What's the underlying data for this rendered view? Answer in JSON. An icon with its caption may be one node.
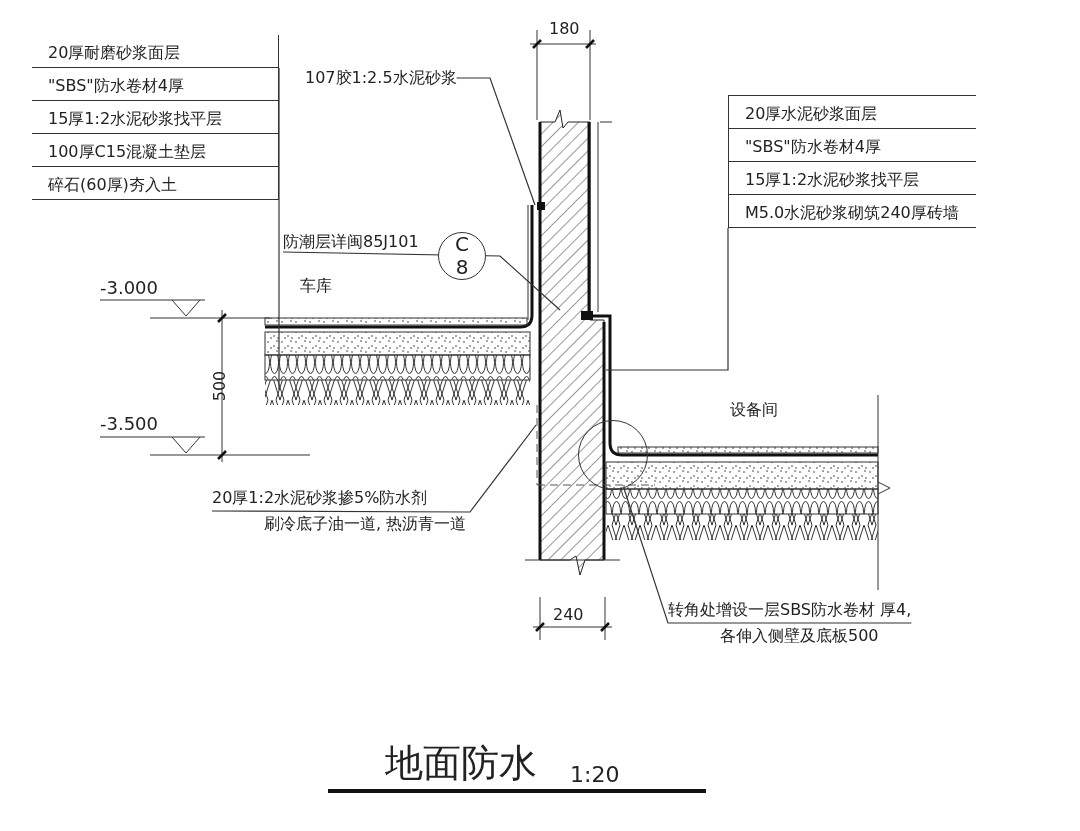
{
  "diagram": {
    "title": "地面防水",
    "nodes": [
      {
        "text": [
          "20厚耐磨砂浆面层",
          "\"SBS\"防水卷材4厚",
          "15厚1:2水泥砂浆找平层",
          "100厚C15混凝土垫层",
          "碎石(60厚)夯入土"
        ]
      },
      {
        "text": [
          "107胶1:2.5水泥砂浆"
        ]
      },
      {
        "text": [
          "20厚水泥砂浆面层",
          "\"SBS\"防水卷材4厚",
          "15厚1:2水泥砂浆找平层",
          "M5.0水泥砂浆砌筑240厚砖墙"
        ]
      },
      {
        "text": [
          "防潮层详闽85J101"
        ]
      },
      {
        "text": [
          "C",
          "8"
        ]
      },
      {
        "text": [
          "20厚1:2水泥砂浆掺5%防水剂",
          "刷冷底子油一道, 热沥青一道"
        ]
      },
      {
        "text": [],
        "shape": "circle"
      },
      {
        "text": [
          "转角处增设一层SBS防水卷材 厚4,",
          "各伸入侧壁及底板500"
        ]
      }
    ],
    "edges": [
      {
        "from": 0,
        "to": null,
        "arrow": "none"
      },
      {
        "from": 1,
        "to": null,
        "arrow": "none"
      },
      {
        "from": 2,
        "to": null,
        "arrow": "none"
      },
      {
        "from": 3,
        "to": null,
        "arrow": "none"
      },
      {
        "from": 5,
        "to": null,
        "arrow": "none"
      },
      {
        "from": 7,
        "to": 6,
        "arrow": "none"
      }
    ],
    "labels": [
      "180",
      "车库",
      "-3.000",
      "500",
      "-3.500",
      "设备间",
      "240",
      "1:20"
    ]
  }
}
